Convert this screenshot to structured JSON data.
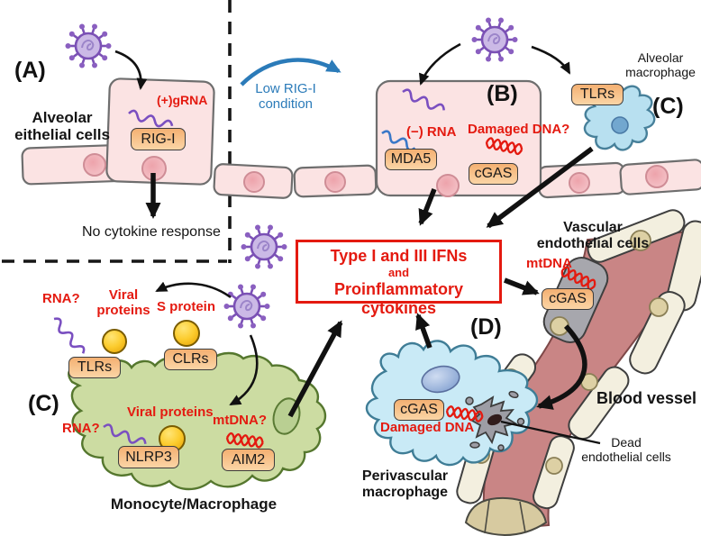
{
  "figure": "Innate immune sensing pathways diagram",
  "colors": {
    "red_text": "#e41a10",
    "blue_accent": "#2b7bb9",
    "sensor_box_orange": "#f7bb80",
    "epithelial_pink": "#fbe3e3",
    "monocyte_green": "#ccdca2",
    "macrophage_blue": "#c9eaf6",
    "vessel_red": "#c98585",
    "virus_purple": "#8a5fc0",
    "viral_protein_yellow": "#fccc2e"
  },
  "panel_a": {
    "label": "(A)",
    "cell_type": "Alveolar\neithelial cells",
    "grna": "(+)gRNA",
    "sensor": "RIG-I",
    "outcome": "No cytokine response"
  },
  "transition": {
    "condition": "Low RIG-I\ncondition"
  },
  "panel_b": {
    "label": "(B)",
    "minus_rna": "(−) RNA",
    "sensor_rna": "MDA5",
    "damaged_dna": "Damaged DNA?",
    "sensor_dna": "cGAS"
  },
  "alveolar_mac": {
    "label": "(C)",
    "name": "Alveolar\nmacrophage",
    "receptor": "TLRs"
  },
  "ifn_box": {
    "line1": "Type I and III IFNs",
    "line2": "and",
    "line3": "Proinflammatory cytokines"
  },
  "monocyte": {
    "label": "(C)",
    "name": "Monocyte/Macrophage",
    "rna_q": "RNA?",
    "viral_proteins": "Viral\nproteins",
    "s_protein": "S protein",
    "tlrs": "TLRs",
    "clrs": "CLRs",
    "viral_proteins_inner": "Viral proteins",
    "rna_q_inner": "RNA?",
    "nlrp3": "NLRP3",
    "mtdna_q": "mtDNA?",
    "aim2": "AIM2"
  },
  "vessel": {
    "name": "Vascular\nendothelial cells",
    "mtdna": "mtDNA",
    "cgas": "cGAS",
    "blood_vessel": "Blood vessel",
    "dead_cells": "Dead\nendothelial cells"
  },
  "perivascular": {
    "label": "(D)",
    "cgas": "cGAS",
    "damaged_dna": "Damaged DNA",
    "name": "Perivascular\nmacrophage"
  }
}
